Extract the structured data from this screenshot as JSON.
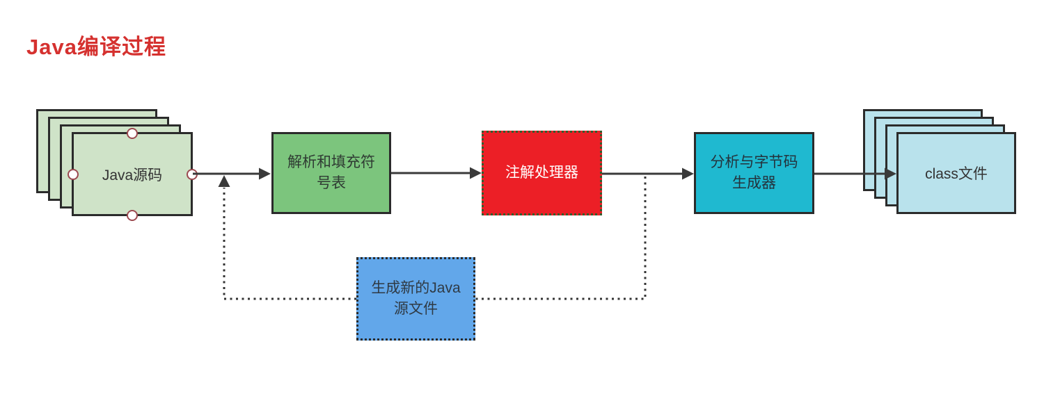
{
  "title": {
    "text": "Java编译过程",
    "color": "#d5312f"
  },
  "nodes": {
    "java_source": {
      "label": "Java源码",
      "fill": "#cfe3c8",
      "border_color": "#2b2b2b",
      "shape": "stacked-documents",
      "selected": true,
      "handle_border_color": "#9c4950"
    },
    "parse": {
      "label": "解析和填充符\n号表",
      "fill": "#7cc57d",
      "border_color": "#2b2b2b",
      "border_style": "solid"
    },
    "annotation_processor": {
      "label": "注解处理器",
      "fill": "#ec1f26",
      "text_color": "#ffffff",
      "border_color": "#2f5e2f",
      "border_style": "dotted"
    },
    "bytecode_generator": {
      "label": "分析与字节码\n生成器",
      "fill": "#1fb9d0",
      "border_color": "#2b2b2b",
      "border_style": "solid"
    },
    "class_files": {
      "label": "class文件",
      "fill": "#b9e2ec",
      "border_color": "#2b2b2b",
      "shape": "stacked-documents"
    },
    "new_java_source": {
      "label": "生成新的Java\n源文件",
      "fill": "#62a7ea",
      "border_color": "#2b2b2b",
      "border_style": "dotted"
    }
  },
  "edges": [
    {
      "from": "java_source",
      "to": "parse",
      "style": "solid",
      "arrow": true
    },
    {
      "from": "parse",
      "to": "annotation_processor",
      "style": "solid",
      "arrow": true
    },
    {
      "from": "annotation_processor",
      "to": "bytecode_generator",
      "style": "solid",
      "arrow": true
    },
    {
      "from": "bytecode_generator",
      "to": "class_files",
      "style": "solid",
      "arrow": true
    },
    {
      "from": "annotation_processor",
      "to": "new_java_source",
      "style": "dotted",
      "arrow": false
    },
    {
      "from": "new_java_source",
      "to": "parse_input_line",
      "style": "dotted",
      "arrow": true
    }
  ],
  "colors": {
    "edge_stroke": "#3a3a3a",
    "title_red": "#d5312f",
    "node_red": "#ec1f26",
    "node_green": "#7cc57d",
    "node_light_green": "#cfe3c8",
    "node_cyan": "#1fb9d0",
    "node_light_cyan": "#b9e2ec",
    "node_blue": "#62a7ea",
    "background": "#ffffff"
  }
}
